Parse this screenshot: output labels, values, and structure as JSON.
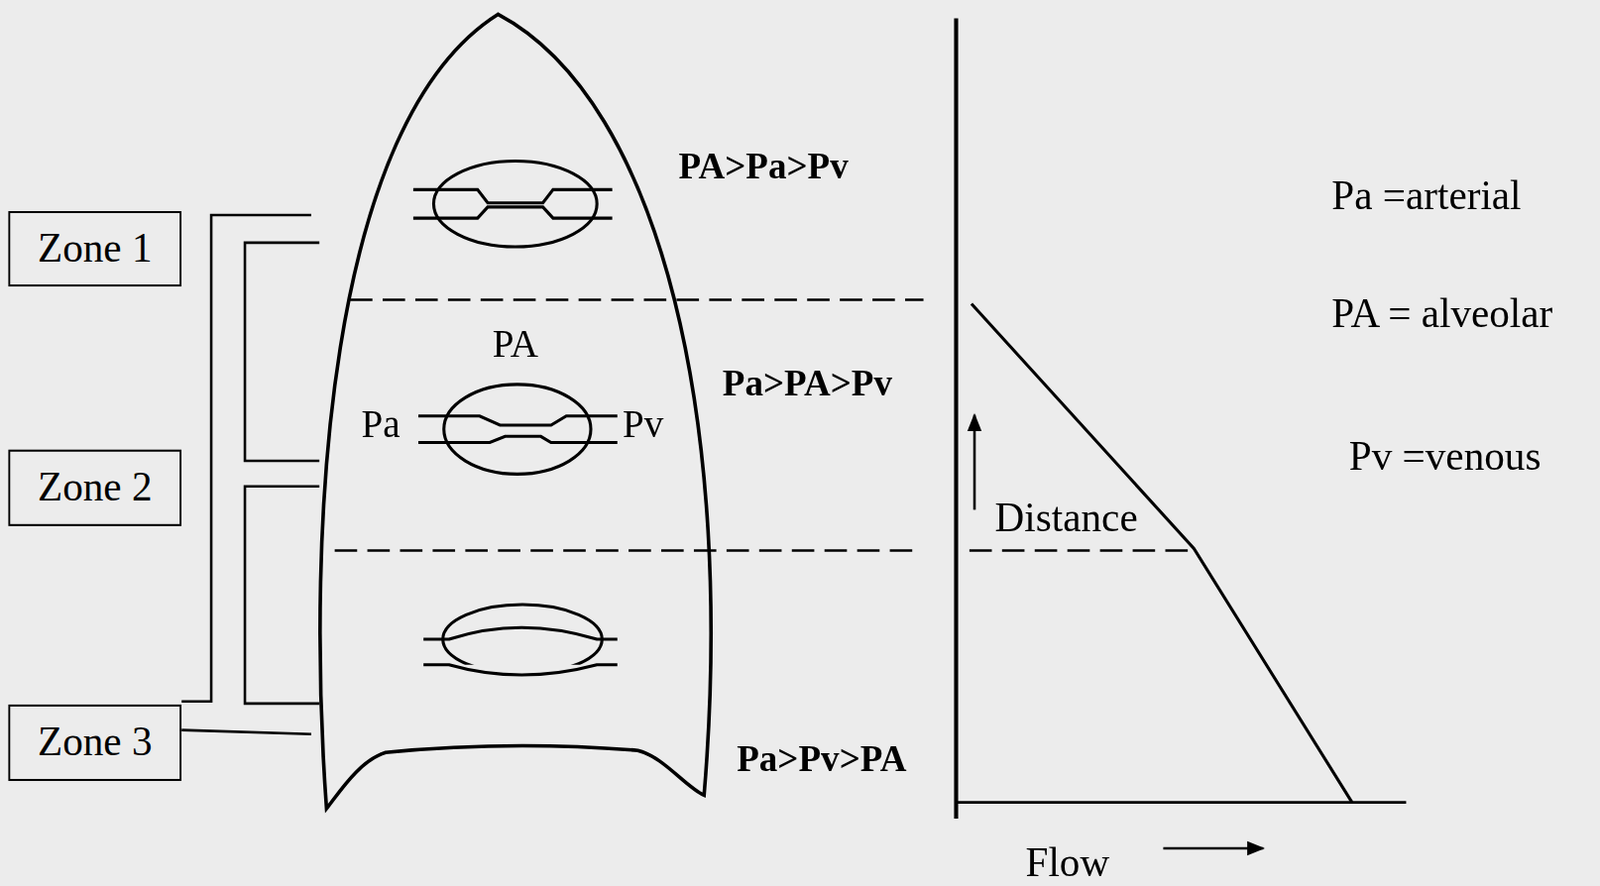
{
  "diagram": {
    "nodes": [
      {
        "text": [
          "Zone 1"
        ]
      },
      {
        "text": [
          "Zone 2"
        ]
      },
      {
        "text": [
          "Zone 3"
        ]
      }
    ],
    "labels": [
      "PA>Pa>Pv",
      "PA",
      "Pa",
      "Pv",
      "Pa>PA>Pv",
      "Pa>Pv>PA",
      "Distance",
      "Flow",
      "Pa =arterial",
      "PA = alveolar",
      "Pv =venous"
    ]
  }
}
